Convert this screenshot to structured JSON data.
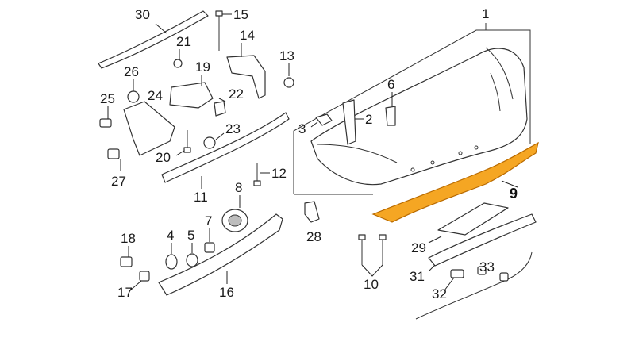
{
  "colors": {
    "highlight": "#f5a623",
    "highlight_stroke": "#b86a00",
    "line": "#333333",
    "background": "#ffffff"
  },
  "labels": {
    "p1": "1",
    "p2": "2",
    "p3": "3",
    "p4": "4",
    "p5": "5",
    "p6": "6",
    "p7": "7",
    "p8": "8",
    "p9": "9",
    "p10": "10",
    "p11": "11",
    "p12": "12",
    "p13": "13",
    "p14": "14",
    "p15": "15",
    "p16": "16",
    "p17": "17",
    "p18": "18",
    "p19": "19",
    "p20": "20",
    "p21": "21",
    "p22": "22",
    "p23": "23",
    "p24": "24",
    "p25": "25",
    "p26": "26",
    "p27": "27",
    "p28": "28",
    "p29": "29",
    "p30": "30",
    "p31": "31",
    "p32": "32",
    "p33": "33"
  }
}
